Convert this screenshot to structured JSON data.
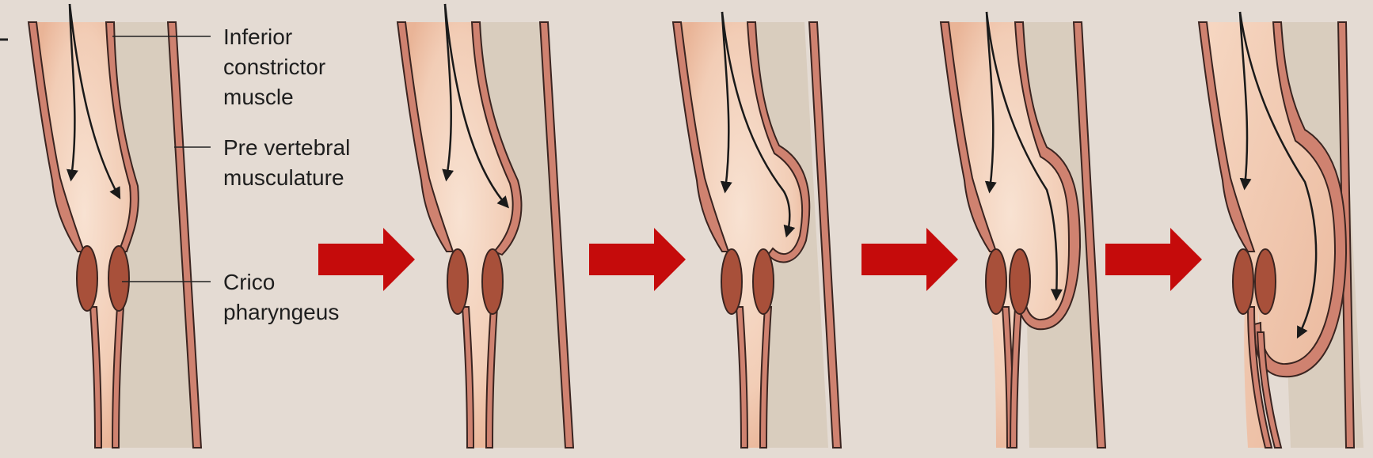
{
  "labels": {
    "inferior_constrictor": [
      "Inferior",
      "constrictor",
      "muscle"
    ],
    "prevertebral": [
      "Pre vertebral",
      "musculature"
    ],
    "cricopharyngeus": [
      "Crico",
      "pharyngeus"
    ]
  },
  "colors": {
    "background": "#e4dbd3",
    "space": "#d9cdbe",
    "lumen_light": "#f6dcc9",
    "lumen_mid": "#ecbda3",
    "wall": "#cf8270",
    "outline": "#3a2420",
    "muscle": "#a8503a",
    "arrow": "#c50b0b",
    "text": "#1e1e1e"
  },
  "icons": {
    "transition": "red-right-arrow",
    "flow": "black-curved-arrow"
  }
}
